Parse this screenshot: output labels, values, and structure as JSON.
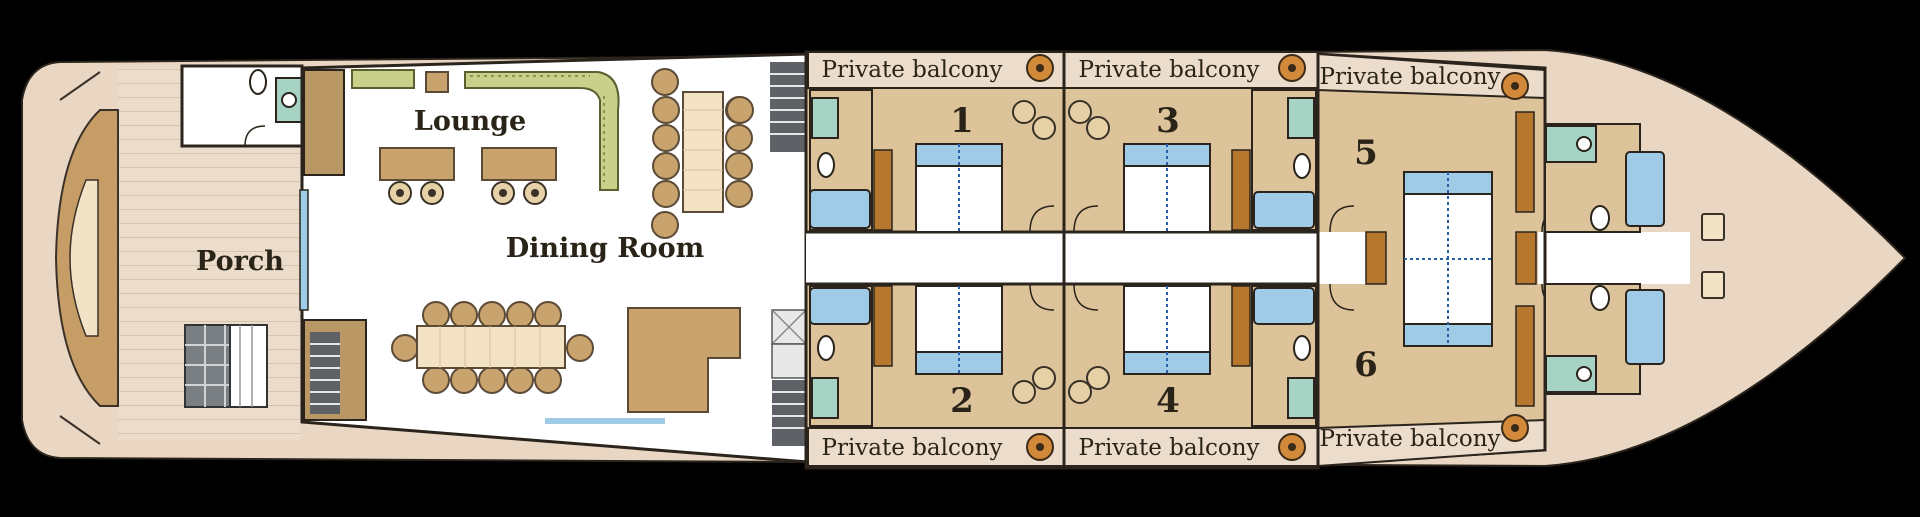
{
  "rooms": {
    "lounge": "Lounge",
    "dining": "Dining Room",
    "porch": "Porch"
  },
  "balconies": {
    "b1": "Private balcony",
    "b2": "Private balcony",
    "b3": "Private balcony",
    "b4": "Private balcony",
    "b5": "Private balcony",
    "b6": "Private balcony"
  },
  "cabins": {
    "c1": "1",
    "c2": "2",
    "c3": "3",
    "c4": "4",
    "c5": "5",
    "c6": "6"
  },
  "colors": {
    "background": "#000000",
    "deck": "#e9d7c4",
    "floor": "#ffffff",
    "cabin": "#dcc39a",
    "wall": "#4a4032",
    "furniture": "#c9a36e",
    "wood": "#b8772e",
    "bath": "#9fcbe6",
    "plant": "#c9d08a"
  }
}
